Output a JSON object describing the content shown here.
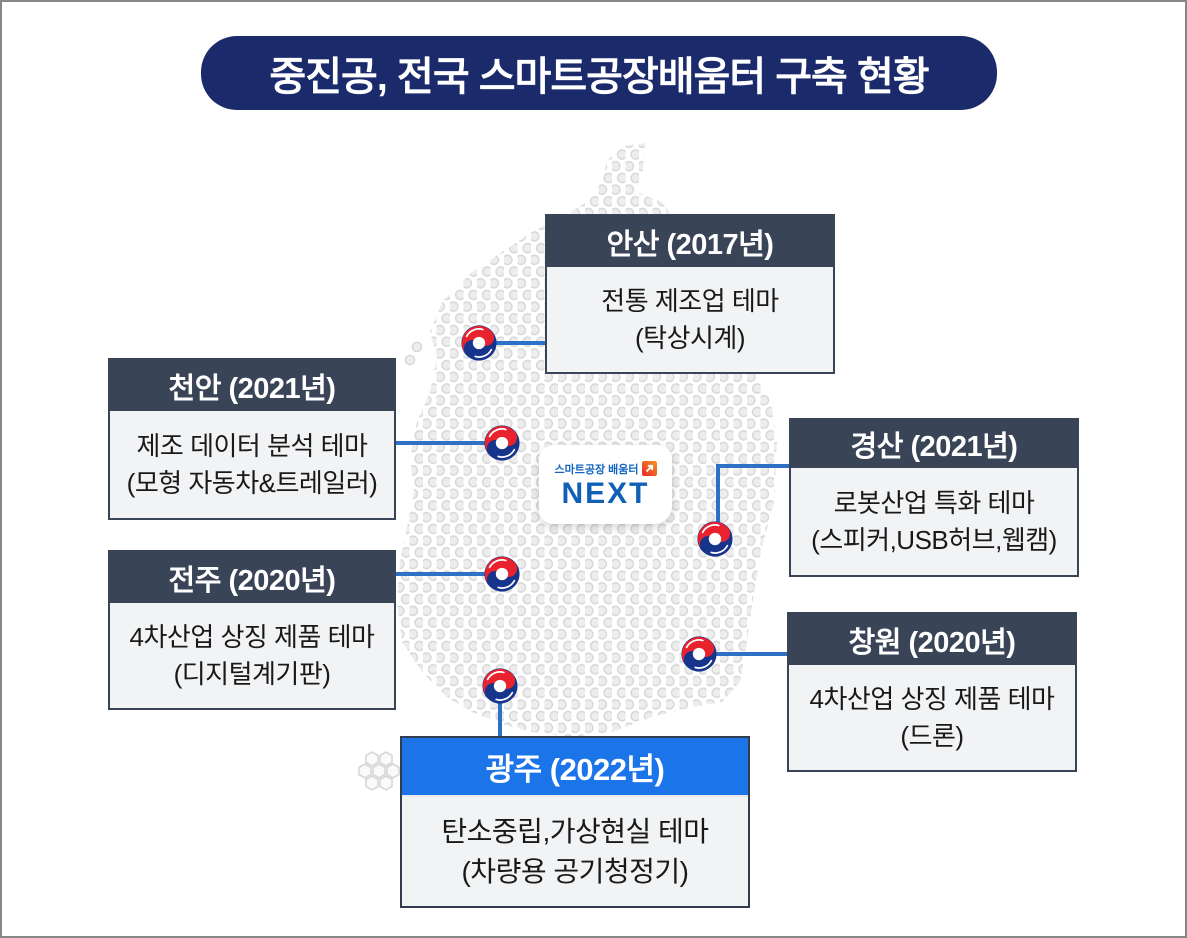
{
  "title": "중진공, 전국 스마트공장배움터 구축 현황",
  "logo": {
    "subtitle": "스마트공장 배움터",
    "title": "NEXT"
  },
  "locations": [
    {
      "name": "안산 (2017년)",
      "theme": "전통 제조업 테마",
      "product": "(탁상시계)"
    },
    {
      "name": "천안 (2021년)",
      "theme": "제조 데이터 분석 테마",
      "product": "(모형 자동차&트레일러)"
    },
    {
      "name": "경산 (2021년)",
      "theme": "로봇산업 특화 테마",
      "product": "(스피커,USB허브,웹캠)"
    },
    {
      "name": "전주 (2020년)",
      "theme": "4차산업 상징 제품 테마",
      "product": "(디지털계기판)"
    },
    {
      "name": "창원 (2020년)",
      "theme": "4차산업 상징 제품 테마",
      "product": "(드론)"
    },
    {
      "name": "광주 (2022년)",
      "theme": "탄소중립,가상현실 테마",
      "product": "(차량용 공기청정기)"
    }
  ],
  "colors": {
    "title_bg": "#1b2a6b",
    "header_bg": "#3a4457",
    "highlight_header_bg": "#1c74e9",
    "body_bg": "#f2f3f5",
    "connector": "#2e70c5",
    "marker_red": "#e8232e",
    "marker_blue": "#16348c",
    "logo_blue": "#1160b7",
    "logo_orange": "#f7941d",
    "map_dot": "#e9e9e9"
  }
}
